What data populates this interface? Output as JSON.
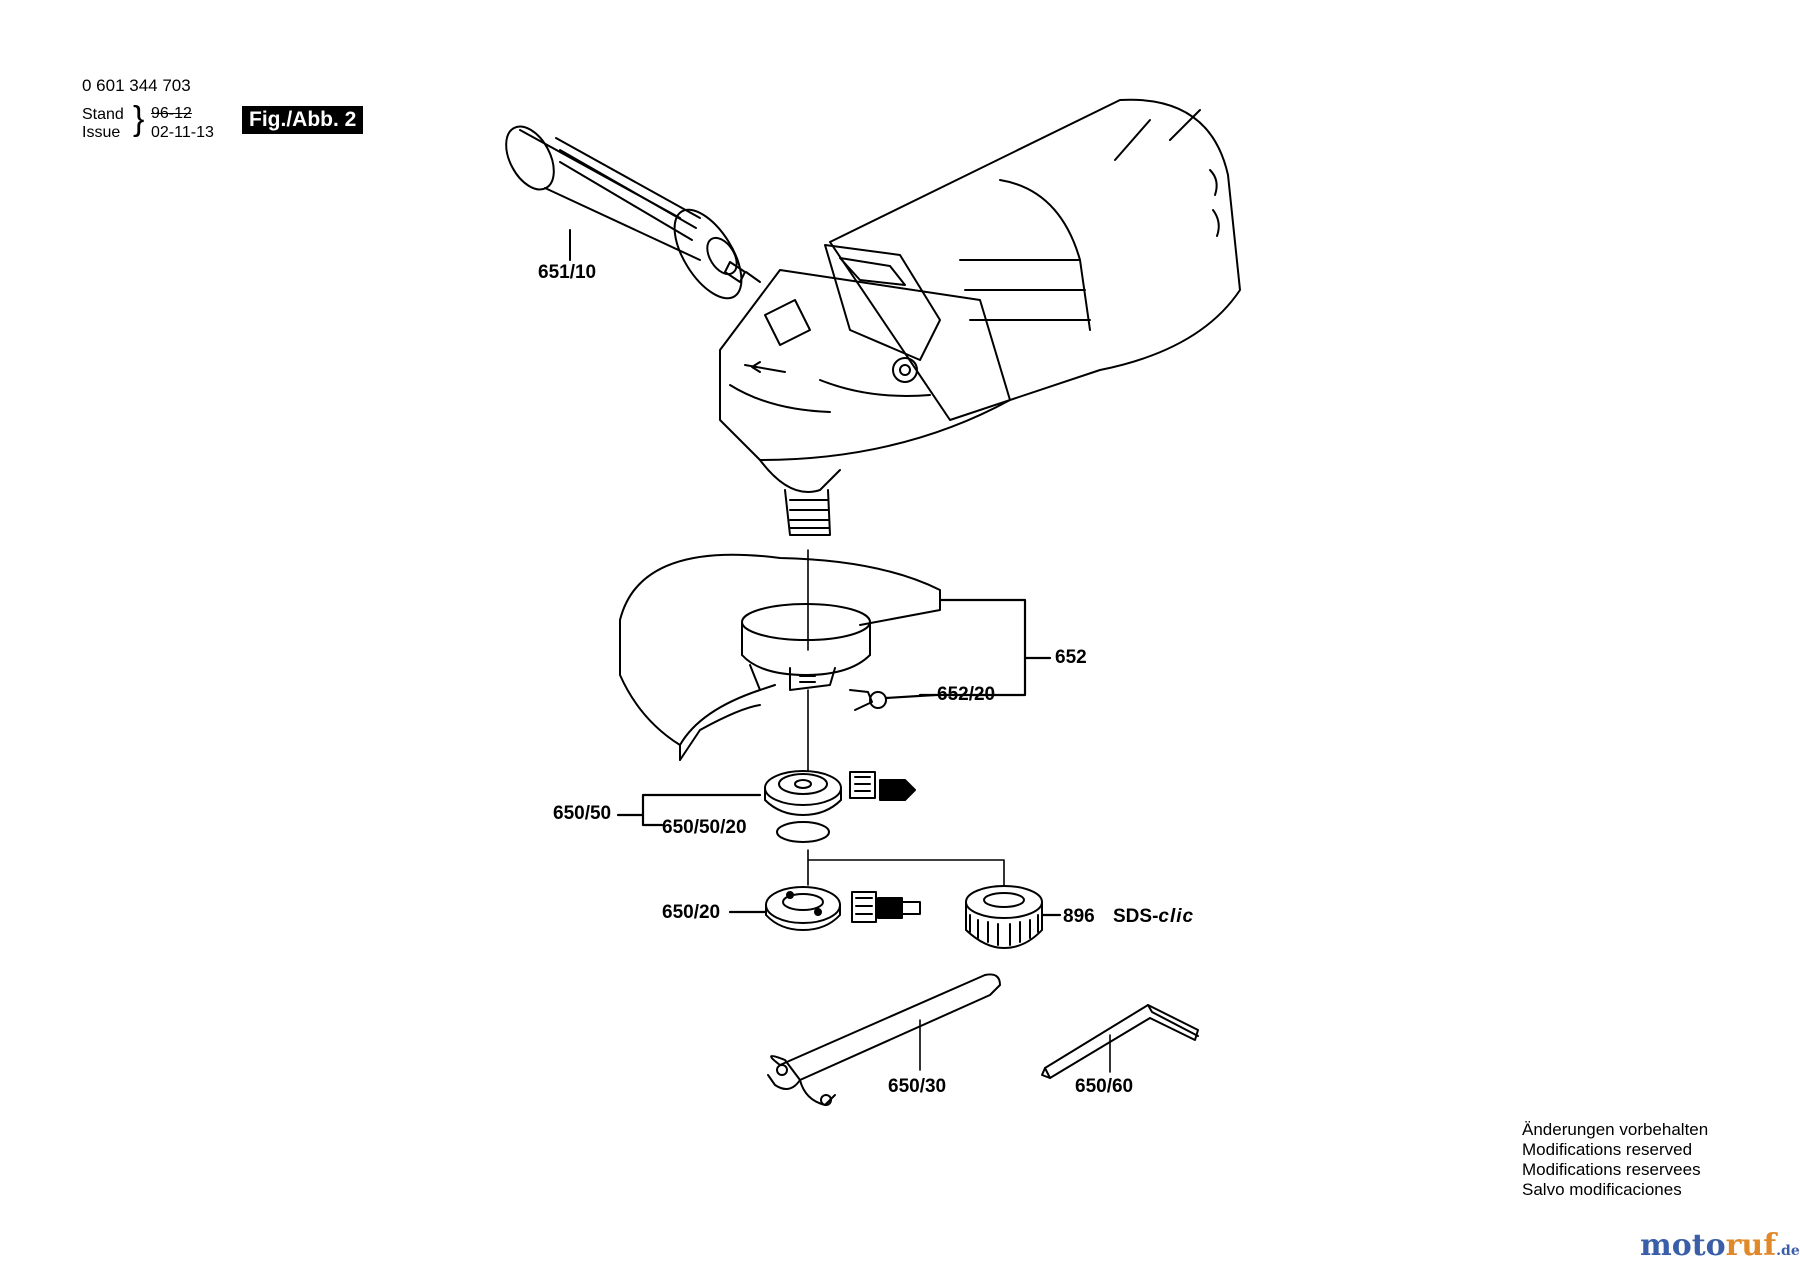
{
  "header": {
    "part_number": "0 601 344 703",
    "stand_label": "Stand",
    "issue_label": "Issue",
    "stand_value_struck": "96-12",
    "issue_value": "02-11-13",
    "figure_label": "Fig./Abb. 2"
  },
  "callouts": {
    "side_handle": "651/10",
    "guard": "652",
    "guard_screw": "652/20",
    "flange_set": "650/50",
    "o_ring": "650/50/20",
    "clamp_nut": "650/20",
    "quick_nut": "896",
    "quick_nut_system": "SDS-",
    "quick_nut_system_suffix": "clic",
    "pin_wrench": "650/30",
    "hex_key": "650/60"
  },
  "notice": {
    "line_de": "Änderungen vorbehalten",
    "line_en": "Modifications reserved",
    "line_fr": "Modifications reservees",
    "line_es": "Salvo modificaciones"
  },
  "watermark": {
    "brand_a": "moto",
    "brand_b": "ruf",
    "suffix": ".de",
    "color_a": "#3a5fa8",
    "color_b": "#e0892a"
  }
}
